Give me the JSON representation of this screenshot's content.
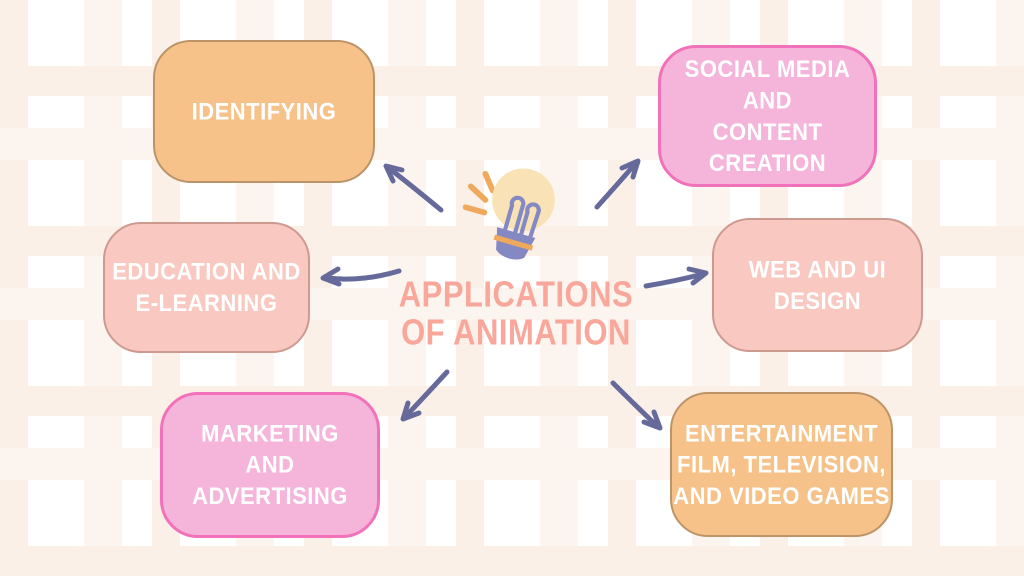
{
  "title": {
    "text": "APPLICATIONS\nOF ANIMATION"
  },
  "nodes": [
    {
      "id": "identifying",
      "label": "IDENTIFYING"
    },
    {
      "id": "social",
      "label": "SOCIAL MEDIA AND\nCONTENT CREATION"
    },
    {
      "id": "education",
      "label": "EDUCATION AND\nE-LEARNING"
    },
    {
      "id": "web",
      "label": "WEB AND UI\nDESIGN"
    },
    {
      "id": "marketing",
      "label": "MARKETING\nAND\nADVERTISING"
    },
    {
      "id": "entertainment",
      "label": "ENTERTAINMENT\nFILM, TELEVISION,\nAND VIDEO GAMES"
    }
  ],
  "icons": {
    "center": "lightbulb-icon"
  },
  "colors": {
    "bg": "#FFFFFF",
    "plaid_band": "#FBF0E8",
    "plaid_band_lighter": "#FCF4EE",
    "orange_fill": "#F6C289",
    "orange_border": "#BC9468",
    "pink_fill": "#F5B5DA",
    "pink_border": "#F172BB",
    "salmon_fill": "#F9C9C1",
    "salmon_border": "#CD9A90",
    "arrow": "#666A9B",
    "title_text": "#F9A69B",
    "node_text": "#FFFFFF",
    "bulb_yellow": "#F9E3B6",
    "bulb_purple": "#8489C4",
    "spark_orange": "#EFA95D"
  }
}
